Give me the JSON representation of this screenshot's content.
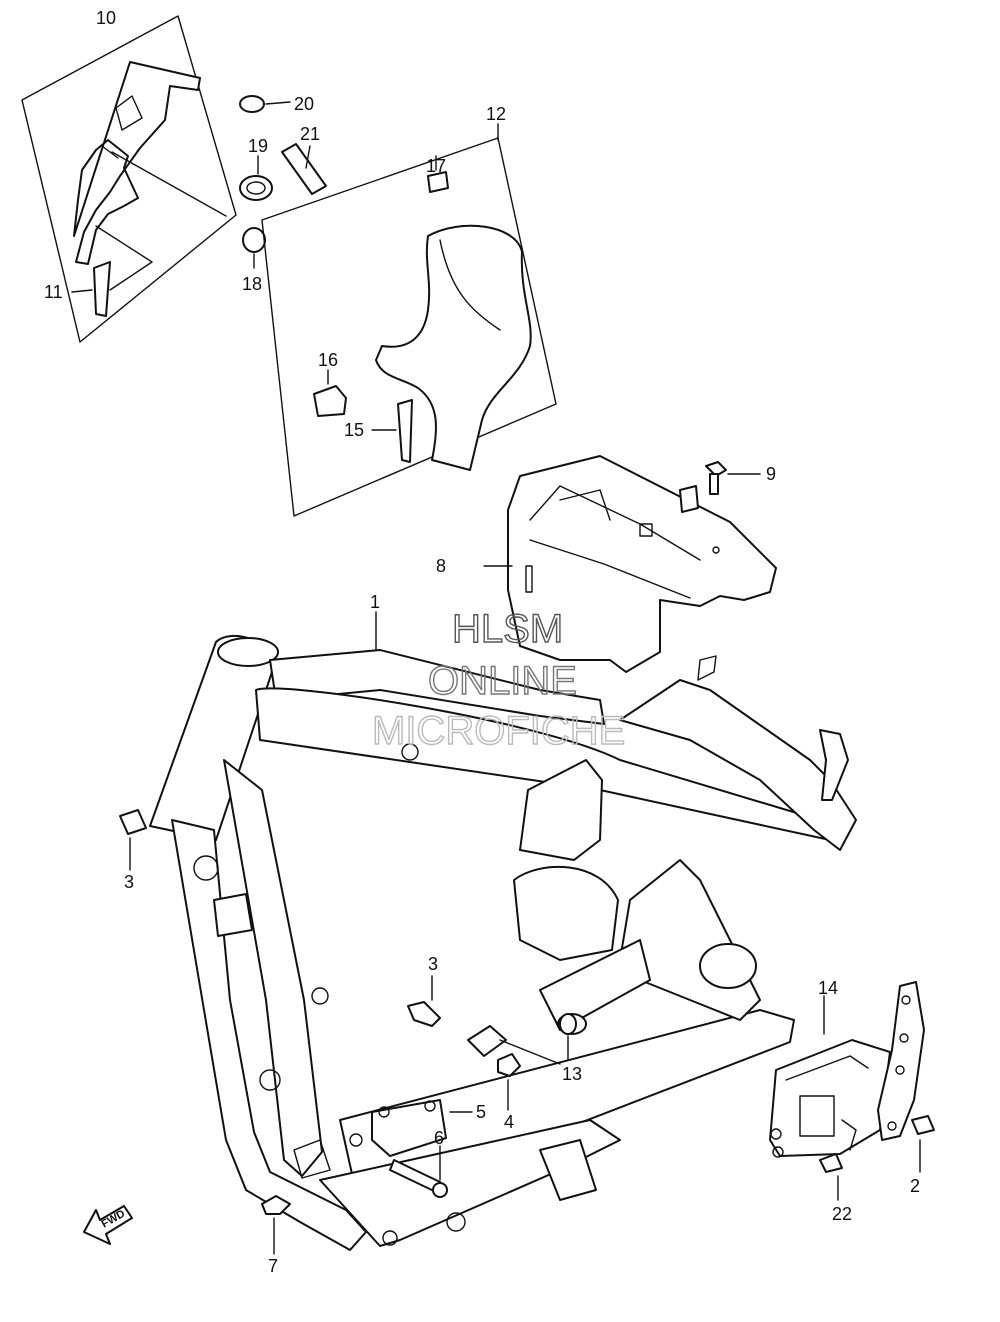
{
  "callouts": [
    {
      "id": "c1",
      "label": "1"
    },
    {
      "id": "c2",
      "label": "2"
    },
    {
      "id": "c3a",
      "label": "3"
    },
    {
      "id": "c3b",
      "label": "3"
    },
    {
      "id": "c4",
      "label": "4"
    },
    {
      "id": "c5",
      "label": "5"
    },
    {
      "id": "c6",
      "label": "6"
    },
    {
      "id": "c7",
      "label": "7"
    },
    {
      "id": "c8",
      "label": "8"
    },
    {
      "id": "c9",
      "label": "9"
    },
    {
      "id": "c10",
      "label": "10"
    },
    {
      "id": "c11",
      "label": "11"
    },
    {
      "id": "c12",
      "label": "12"
    },
    {
      "id": "c13",
      "label": "13"
    },
    {
      "id": "c14",
      "label": "14"
    },
    {
      "id": "c15",
      "label": "15"
    },
    {
      "id": "c16",
      "label": "16"
    },
    {
      "id": "c17",
      "label": "17"
    },
    {
      "id": "c18",
      "label": "18"
    },
    {
      "id": "c19",
      "label": "19"
    },
    {
      "id": "c20",
      "label": "20"
    },
    {
      "id": "c21",
      "label": "21"
    },
    {
      "id": "c22",
      "label": "22"
    }
  ],
  "watermark": {
    "line1": "HLSM",
    "line2": "ONLINE",
    "line3": "MICROFICHE",
    "color_dark": "#555555",
    "color_light": "#bbbbbb"
  },
  "fwd_label": "FWD",
  "colors": {
    "line": "#111111",
    "background": "#ffffff"
  }
}
